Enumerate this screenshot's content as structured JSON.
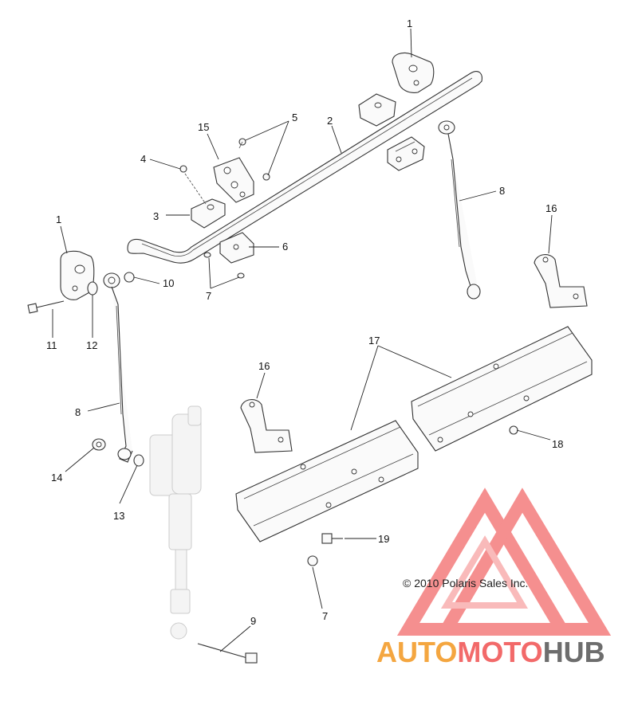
{
  "colors": {
    "logo_red": "#f26a6a",
    "logo_orange": "#f4a640",
    "logo_gray": "#6d6d6d",
    "line": "#333333"
  },
  "callouts": {
    "c1_top": "1",
    "c2": "2",
    "c15": "15",
    "c5": "5",
    "c4": "4",
    "c3": "3",
    "c8_right": "8",
    "c16_right": "16",
    "c1_left": "1",
    "c6": "6",
    "c10": "10",
    "c7_upper": "7",
    "c11": "11",
    "c12": "12",
    "c17": "17",
    "c16_left": "16",
    "c8_left": "8",
    "c18": "18",
    "c14": "14",
    "c13": "13",
    "c19": "19",
    "c7_lower": "7",
    "c9": "9"
  },
  "copyright": "© 2010 Polaris Sales Inc.",
  "watermark": {
    "part1": "AUTO",
    "part2": "MOTO",
    "part3": "HUB"
  }
}
